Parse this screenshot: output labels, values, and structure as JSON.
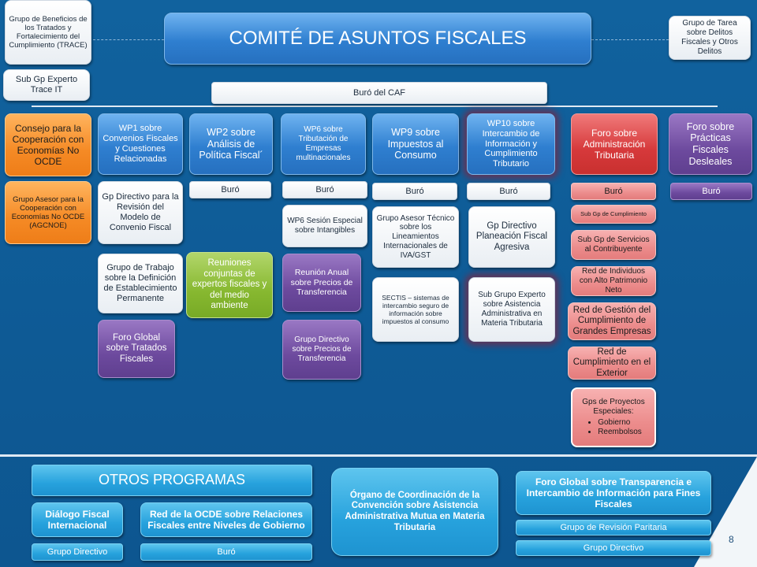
{
  "title": "COMITÉ DE ASUNTOS FISCALES",
  "buro_caf": "Buró del CAF",
  "top_left": {
    "trace": "Grupo de Beneficios de los Tratados y Fortalecimiento del Cumplimiento (TRACE)",
    "sub_trace": "Sub Gp Experto Trace IT"
  },
  "top_right": "Grupo de Tarea sobre Delitos Fiscales y Otros Delitos",
  "col_consejo": {
    "head": "Consejo para la Cooperación con Economías No OCDE",
    "sub": "Grupo Asesor para la Cooperación con Economías No OCDE (AGCNOE)"
  },
  "col_wp1": {
    "head": "WP1 sobre Convenios Fiscales y Cuestiones Relacionadas",
    "gp_directivo": "Gp Directivo para la Revisión del Modelo de Convenio Fiscal",
    "grupo_trabajo": "Grupo de Trabajo sobre la Definición de Establecimiento Permanente",
    "foro_global": "Foro Global sobre Tratados Fiscales"
  },
  "col_wp2": {
    "head": "WP2 sobre Análisis de Política Fiscal´",
    "buro": "Buró",
    "reuniones": "Reuniones conjuntas de expertos fiscales y del medio ambiente"
  },
  "col_wp6": {
    "head": "WP6 sobre Tributación de Empresas multinacionales",
    "buro": "Buró",
    "sesion": "WP6 Sesión Especial sobre Intangibles",
    "reunion": "Reunión Anual sobre Precios de Transferencia",
    "grupo_directivo": "Grupo Directivo sobre Precios de Transferencia"
  },
  "col_wp9": {
    "head": "WP9 sobre Impuestos al Consumo",
    "buro": "Buró",
    "asesor": "Grupo Asesor Técnico sobre los Lineamientos Internacionales de IVA/GST",
    "sectis": "SECTIS – sistemas de intercambio seguro de información sobre impuestos al consumo"
  },
  "col_wp10": {
    "head": "WP10 sobre Intercambio de Información y Cumplimiento Tributario",
    "buro": "Buró",
    "gp_directivo": "Gp Directivo Planeación Fiscal Agresiva",
    "sub_grupo": "Sub Grupo Experto sobre Asistencia Administrativa en Materia Tributaria"
  },
  "col_foro_admin": {
    "head": "Foro sobre Administración Tributaria",
    "buro": "Buró",
    "sub_cumplimiento": "Sub Gp de Cumplimiento",
    "sub_servicios": "Sub Gp de Servicios al Contribuyente",
    "red_individuos": "Red de Individuos con Alto Patrimonio Neto",
    "red_grandes": "Red de Gestión del Cumplimiento de Grandes Empresas",
    "red_exterior": "Red de Cumplimiento en el Exterior",
    "gps_title": "Gps de Proyectos Especiales:",
    "gps_items": [
      "Gobierno",
      "Reembolsos"
    ]
  },
  "col_foro_practicas": {
    "head": "Foro sobre Prácticas Fiscales Desleales",
    "buro": "Buró"
  },
  "bottom": {
    "otros": "OTROS PROGRAMAS",
    "dialogo": "Diálogo Fiscal Internacional",
    "dialogo_sub": "Grupo Directivo",
    "red_ocde": "Red de la OCDE sobre Relaciones Fiscales entre Niveles de Gobierno",
    "red_ocde_sub": "Buró",
    "organo": "Órgano de Coordinación de la Convención sobre Asistencia Administrativa Mutua en Materia Tributaria",
    "foro_global": "Foro Global sobre Transparencia e Intercambio de Información para Fines Fiscales",
    "revision": "Grupo de Revisión Paritaria",
    "directivo": "Grupo Directivo"
  },
  "page_number": "8",
  "colors": {
    "background": "#0f5f9a",
    "wp_blue": "#2f7fd0",
    "consejo_orange": "#f58a25",
    "foro_red": "#d6393b",
    "purple": "#6d4a9e",
    "green": "#87b830",
    "cyan": "#27a2dd"
  }
}
